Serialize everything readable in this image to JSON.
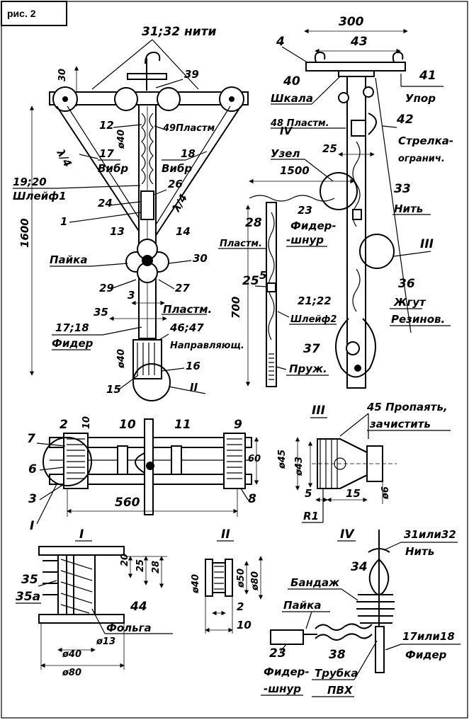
{
  "figure": {
    "tag": "рис. 2"
  },
  "labels": {
    "l_31_32": "31;32 нити",
    "l_30": "30",
    "l_39": "39",
    "l_12": "12",
    "l_49": "49Пластм",
    "l_40a": "ø40",
    "l_17": "17",
    "l_vibr1": "Вибр",
    "l_18": "18",
    "l_vibr2": "Вибр",
    "l_l4a": "λ/4",
    "l_l4b": "λ/4",
    "l_19_20": "19;20",
    "l_shleif1": "Шлейф1",
    "l_26": "26",
    "l_24": "24",
    "l_1": "1",
    "l_13": "13",
    "l_14": "14",
    "l_1600": "1600",
    "l_paika1": "Пайка",
    "l_30b": "30",
    "l_29": "29",
    "l_3": "3",
    "l_27": "27",
    "l_plastm1": "Пластм.",
    "l_35": "35",
    "l_17_18": "17;18",
    "l_fider1": "Фидер",
    "l_46_47": "46;47",
    "l_naprav": "Направляющ.",
    "l_40b": "ø40",
    "l_15": "15",
    "l_16": "16",
    "l_II_call": "II",
    "l_300": "300",
    "l_43": "43",
    "l_4": "4",
    "l_40c": "40",
    "l_shkala": "Шкала",
    "l_41": "41",
    "l_upor": "Упор",
    "l_48": "48 Пластм.",
    "l_42": "42",
    "l_strelka1": "Стрелка-",
    "l_strelka2": "огранич.",
    "l_IV_call": "IV",
    "l_uzel": "Узел",
    "l_25a": "25",
    "l_1500": "1500",
    "l_33": "33",
    "l_nit1": "Нить",
    "l_23a": "23",
    "l_fider2": "Фидер-",
    "l_shnur1": "-шнур",
    "l_28": "28",
    "l_plastm2": "Пластм.",
    "l_III_call": "III",
    "l_5": "5",
    "l_25b": "25",
    "l_36": "36",
    "l_700": "700",
    "l_21_22": "21;22",
    "l_shleif2": "Шлейф2",
    "l_zhgut": "Жгут",
    "l_rezin": "Резинов.",
    "l_37": "37",
    "l_pruzh": "Пруж.",
    "l_2": "2",
    "l_10a": "10",
    "l_10b": "10",
    "l_11": "11",
    "l_9": "9",
    "l_7": "7",
    "l_6": "6",
    "l_60": "60",
    "l_3b": "3",
    "l_8": "8",
    "l_560": "560",
    "l_Ia": "I",
    "l_III_h": "III",
    "l_45": "45 Пропаять,",
    "l_zachist": "зачистить",
    "l_45d": "ø45",
    "l_43d": "ø43",
    "l_5b": "5",
    "l_15b": "15",
    "l_r1": "R1",
    "l_6d": "ø6",
    "l_I_h": "I",
    "l_20": "20",
    "l_25c": "25",
    "l_28b": "28",
    "l_35b": "35",
    "l_35a": "35а",
    "l_44": "44",
    "l_folga": "Фольга",
    "l_13d": "ø13",
    "l_40d": "ø40",
    "l_80d": "ø80",
    "l_II_h": "II",
    "l_40e": "ø40",
    "l_50e": "ø50",
    "l_80e": "ø80",
    "l_2b": "2",
    "l_10c": "10",
    "l_IV_h": "IV",
    "l_31_32b": "31или32",
    "l_nit2": "Нить",
    "l_34": "34",
    "l_bandazh": "Бандаж",
    "l_paika2": "Пайка",
    "l_17_18b": "17или18",
    "l_fider3": "Фидер",
    "l_23b": "23",
    "l_38": "38",
    "l_fider4": "Фидер-",
    "l_shnur2": "-шнур",
    "l_trubka": "Трубка",
    "l_pvh": "ПВХ"
  }
}
